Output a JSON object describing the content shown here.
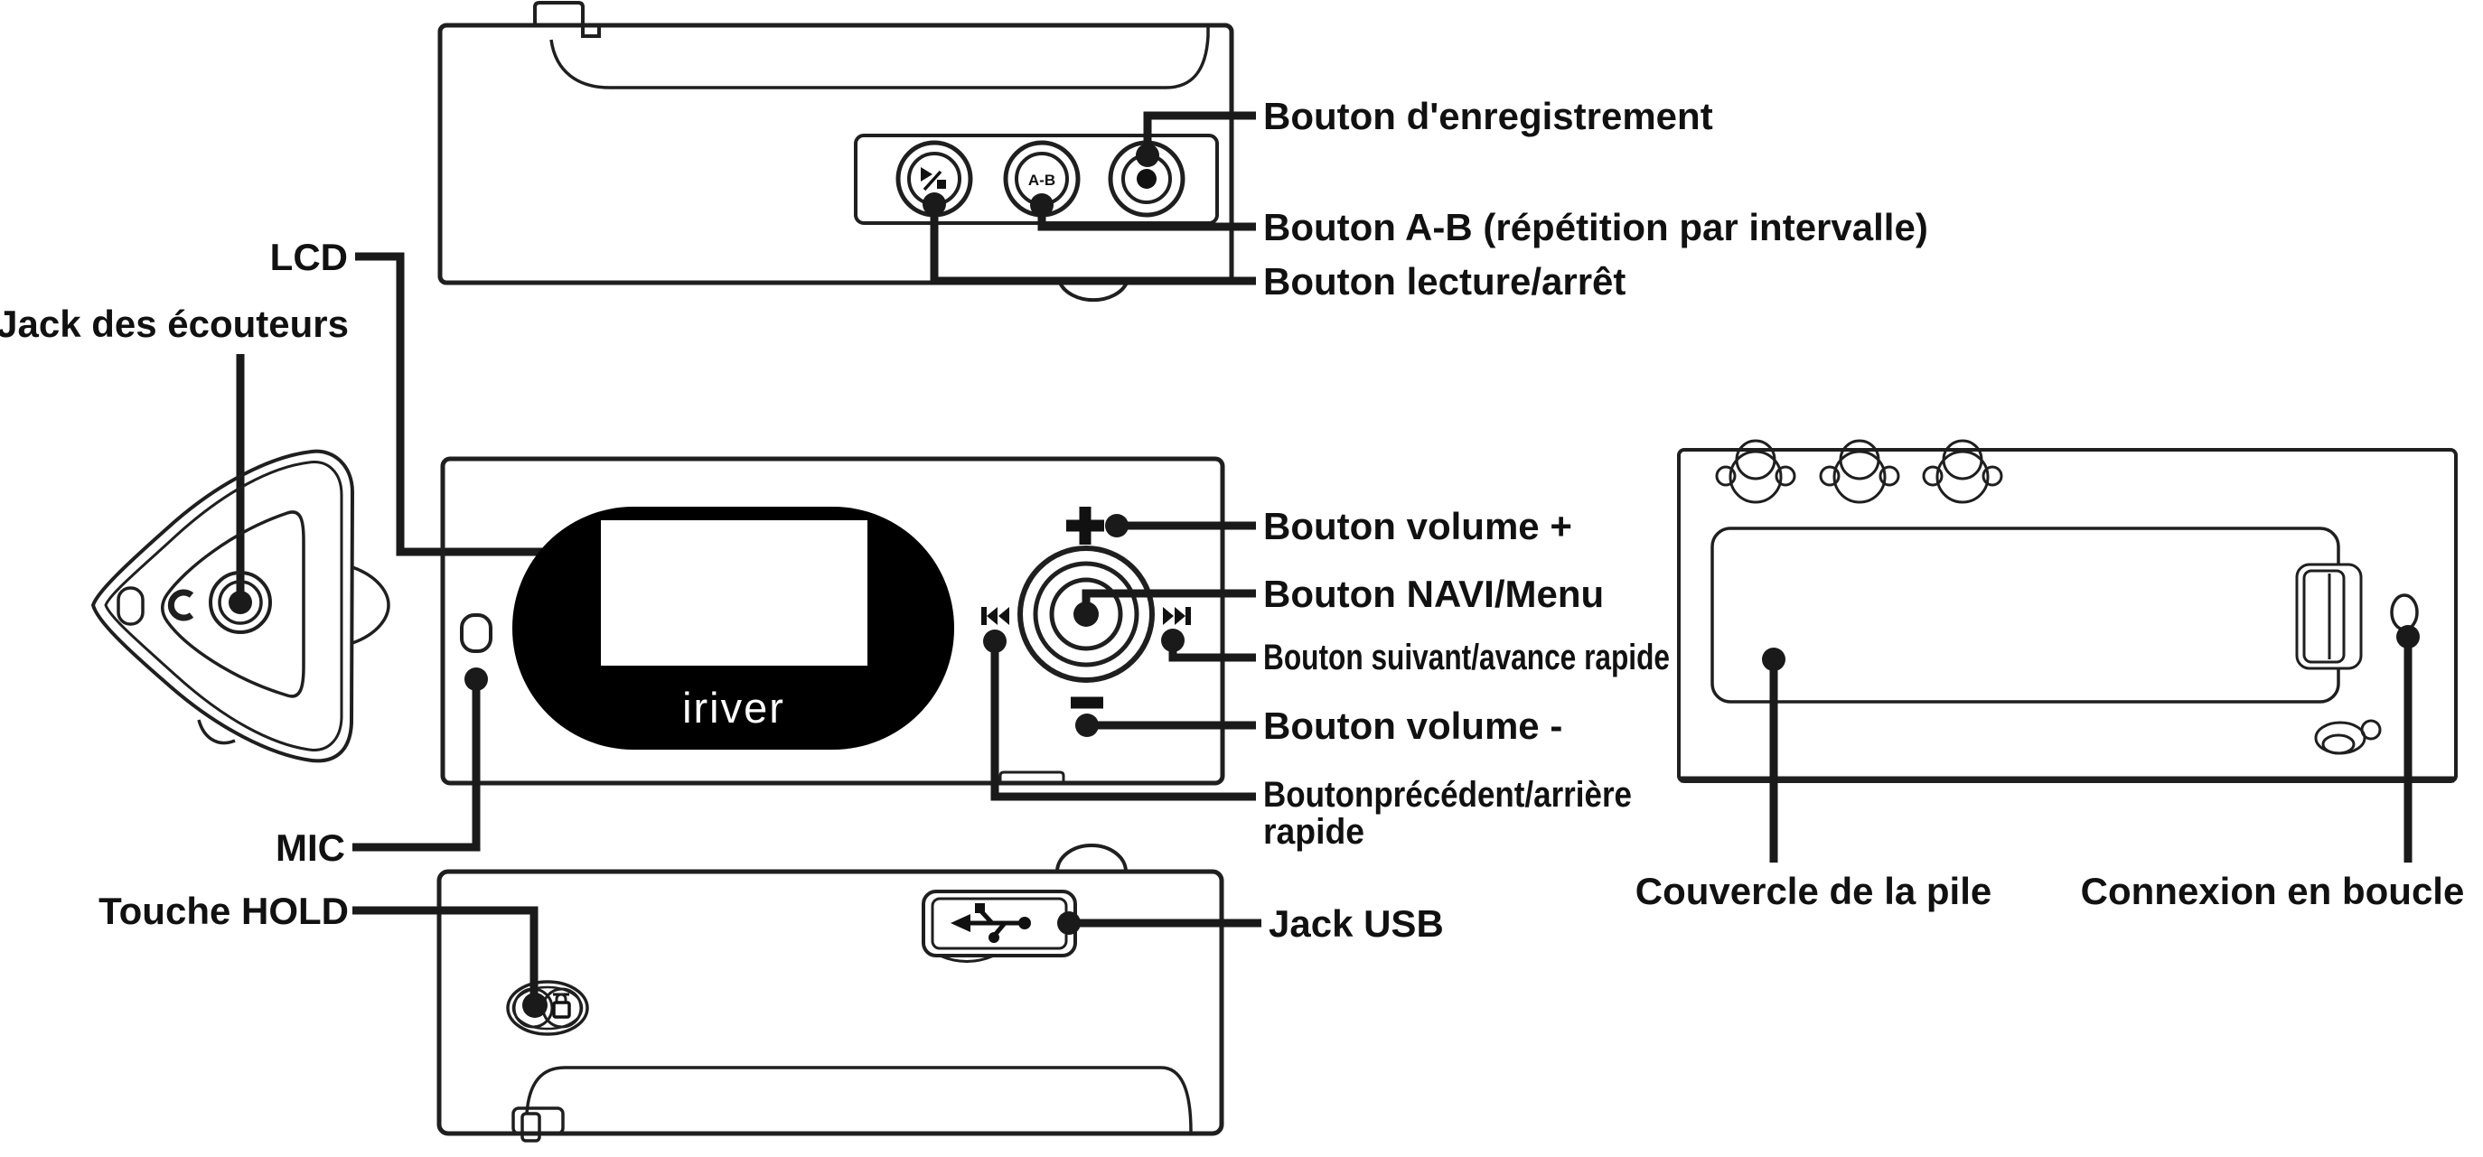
{
  "diagram": {
    "title_context": "MP3 player parts diagram (French)",
    "brand": "iriver",
    "colors": {
      "ink": "#1a1a1a",
      "background": "#ffffff",
      "lcd_bezel": "#000000",
      "screen": "#ffffff"
    },
    "labels": {
      "record": "Bouton d'enregistrement",
      "ab_repeat": "Bouton A-B (répétition par intervalle)",
      "play_stop": "Bouton lecture/arrêt",
      "lcd": "LCD",
      "earphone_jack": "Jack des écouteurs",
      "volume_up": "Bouton volume +",
      "navi_menu": "Bouton NAVI/Menu",
      "next_ff": "Bouton suivant/avance rapide",
      "volume_down": "Bouton volume -",
      "prev_rew_line1": "Boutonprécédent/arrière",
      "prev_rew_line2": "rapide",
      "mic": "MIC",
      "hold": "Touche HOLD",
      "usb_jack": "Jack USB",
      "battery_cover": "Couvercle de la pile",
      "loop_connection": "Connexion en boucle"
    },
    "glyphs": {
      "ab_button": "A-B",
      "volume_plus": "+",
      "volume_minus": "−"
    }
  }
}
